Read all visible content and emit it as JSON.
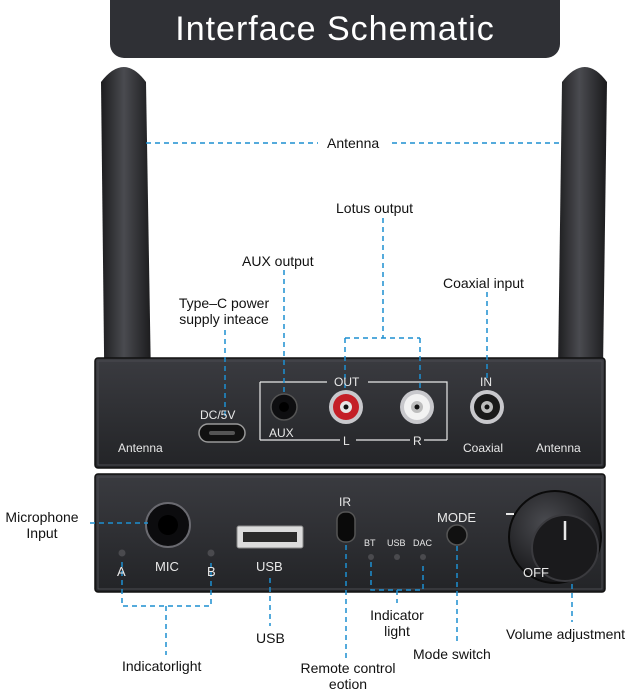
{
  "title": "Interface Schematic",
  "callouts": {
    "antenna": "Antenna",
    "lotus_output": "Lotus output",
    "aux_output": "AUX output",
    "type_c_line1": "Type–C power",
    "type_c_line2": "supply inteace",
    "coaxial_input": "Coaxial input",
    "microphone_line1": "Microphone",
    "microphone_line2": "Input",
    "usb": "USB",
    "indicator_light_line1": "Indicator",
    "indicator_light_line2": "light",
    "volume_adjustment": "Volume adjustment",
    "indicatorlight": "Indicatorlight",
    "remote_line1": "Remote control",
    "remote_line2": "eotion",
    "mode_switch": "Mode switch"
  },
  "back_panel": {
    "antenna_left": "Antenna",
    "antenna_right": "Antenna",
    "dc": "DC/5V",
    "aux": "AUX",
    "out": "OUT",
    "l": "L",
    "r": "R",
    "in": "IN",
    "coaxial": "Coaxial"
  },
  "front_panel": {
    "mic": "MIC",
    "a": "A",
    "b": "B",
    "usb": "USB",
    "ir": "IR",
    "bt": "BT",
    "usb_small": "USB",
    "dac": "DAC",
    "mode": "MODE",
    "off": "OFF"
  },
  "colors": {
    "leader_line": "#1d8fd1",
    "device_body": "#2a2b2f",
    "banner": "#2f3035"
  }
}
